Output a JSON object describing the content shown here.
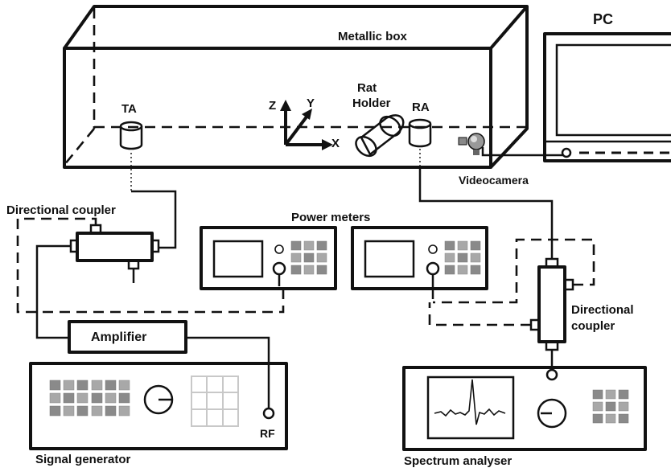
{
  "labels": {
    "metallic_box": "Metallic box",
    "pc": "PC",
    "ta": "TA",
    "ra": "RA",
    "rat_holder_line1": "Rat",
    "rat_holder_line2": "Holder",
    "axis_x": "X",
    "axis_y": "Y",
    "axis_z": "Z",
    "videocamera": "Videocamera",
    "directional_coupler_left": "Directional coupler",
    "power_meters": "Power meters",
    "amplifier": "Amplifier",
    "directional_coupler_right_line1": "Directional",
    "directional_coupler_right_line2": "coupler",
    "signal_generator": "Signal generator",
    "rf": "RF",
    "spectrum_analyser": "Spectrum analyser"
  },
  "colors": {
    "line": "#111111",
    "key_dark": "#8a8a8a",
    "key_light": "#a8a8a8",
    "background": "#ffffff"
  }
}
